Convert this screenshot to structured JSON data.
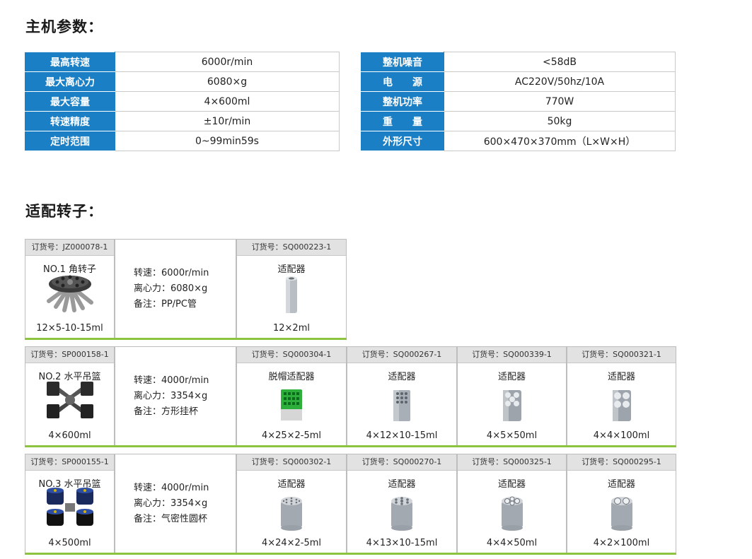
{
  "host": {
    "title": "主机参数：",
    "left": [
      {
        "k": "最高转速",
        "v": "6000r/min"
      },
      {
        "k": "最大离心力",
        "v": "6080×g"
      },
      {
        "k": "最大容量",
        "v": "4×600ml"
      },
      {
        "k": "转速精度",
        "v": "±10r/min"
      },
      {
        "k": "定时范围",
        "v": "0~99min59s"
      }
    ],
    "right": [
      {
        "k": "整机噪音",
        "v": "<58dB"
      },
      {
        "k": "电　　源",
        "v": "AC220V/50hz/10A"
      },
      {
        "k": "整机功率",
        "v": "770W"
      },
      {
        "k": "重　　量",
        "v": "50kg"
      },
      {
        "k": "外形尺寸",
        "v": "600×470×370mm（L×W×H）"
      }
    ]
  },
  "rotors": {
    "title": "适配转子：",
    "rows": [
      {
        "order": "订货号：JZ000078-1",
        "name": "NO.1 角转子",
        "capacity": "12×5-10-15ml",
        "speed": "转速：6000r/min",
        "force": "离心力：6080×g",
        "note": "备注：PP/PC管",
        "adapters": [
          {
            "order": "订货号：SQ000223-1",
            "name": "适配器",
            "spec": "12×2ml"
          }
        ]
      },
      {
        "order": "订货号：SP000158-1",
        "name": "NO.2 水平吊篮",
        "capacity": "4×600ml",
        "speed": "转速：4000r/min",
        "force": "离心力：3354×g",
        "note": "备注：方形挂杯",
        "adapters": [
          {
            "order": "订货号：SQ000304-1",
            "name": "脱帽适配器",
            "spec": "4×25×2-5ml"
          },
          {
            "order": "订货号：SQ000267-1",
            "name": "适配器",
            "spec": "4×12×10-15ml"
          },
          {
            "order": "订货号：SQ000339-1",
            "name": "适配器",
            "spec": "4×5×50ml"
          },
          {
            "order": "订货号：SQ000321-1",
            "name": "适配器",
            "spec": "4×4×100ml"
          }
        ]
      },
      {
        "order": "订货号：SP000155-1",
        "name": "NO.3 水平吊篮",
        "capacity": "4×500ml",
        "speed": "转速：4000r/min",
        "force": "离心力：3354×g",
        "note": "备注：气密性圆杯",
        "adapters": [
          {
            "order": "订货号：SQ000302-1",
            "name": "适配器",
            "spec": "4×24×2-5ml"
          },
          {
            "order": "订货号：SQ000270-1",
            "name": "适配器",
            "spec": "4×13×10-15ml"
          },
          {
            "order": "订货号：SQ000325-1",
            "name": "适配器",
            "spec": "4×4×50ml"
          },
          {
            "order": "订货号：SQ000295-1",
            "name": "适配器",
            "spec": "4×2×100ml"
          }
        ]
      }
    ]
  },
  "colors": {
    "header_blue": "#1b7fc5",
    "accent_green": "#8cc43f",
    "cell_header_gray": "#e2e2e2"
  }
}
